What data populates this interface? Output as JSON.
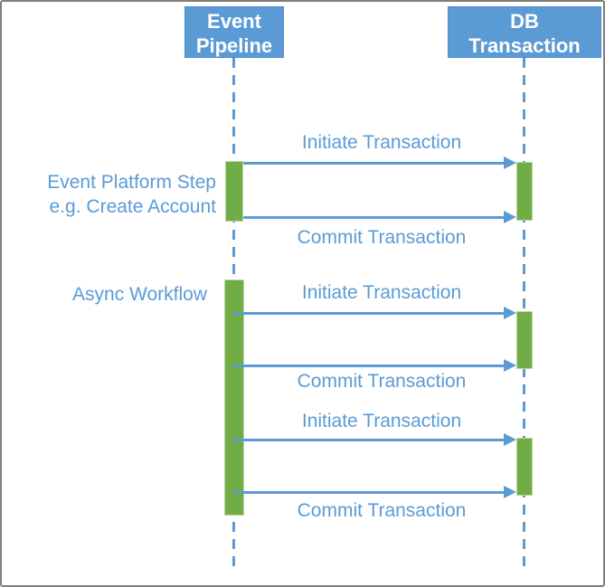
{
  "diagram": {
    "type": "sequence-diagram",
    "actors": [
      {
        "id": "event-pipeline",
        "lines": [
          "Event",
          "Pipeline"
        ]
      },
      {
        "id": "db-transaction",
        "lines": [
          "DB",
          "Transaction"
        ]
      }
    ],
    "side_labels": [
      {
        "lines": [
          "Event Platform Step",
          "e.g. Create Account"
        ]
      },
      {
        "lines": [
          "Async Workflow"
        ]
      }
    ],
    "messages": [
      {
        "label": "Initiate Transaction",
        "from": "event-pipeline",
        "to": "db-transaction"
      },
      {
        "label": "Commit Transaction",
        "from": "event-pipeline",
        "to": "db-transaction"
      },
      {
        "label": "Initiate Transaction",
        "from": "event-pipeline",
        "to": "db-transaction"
      },
      {
        "label": "Commit Transaction",
        "from": "event-pipeline",
        "to": "db-transaction"
      },
      {
        "label": "Initiate Transaction",
        "from": "event-pipeline",
        "to": "db-transaction"
      },
      {
        "label": "Commit Transaction",
        "from": "event-pipeline",
        "to": "db-transaction"
      }
    ],
    "colors": {
      "accent_blue": "#5B9BD5",
      "activation_green": "#70AD47",
      "frame_gray": "#7F7F7F",
      "actor_text": "#FFFFFF"
    }
  }
}
